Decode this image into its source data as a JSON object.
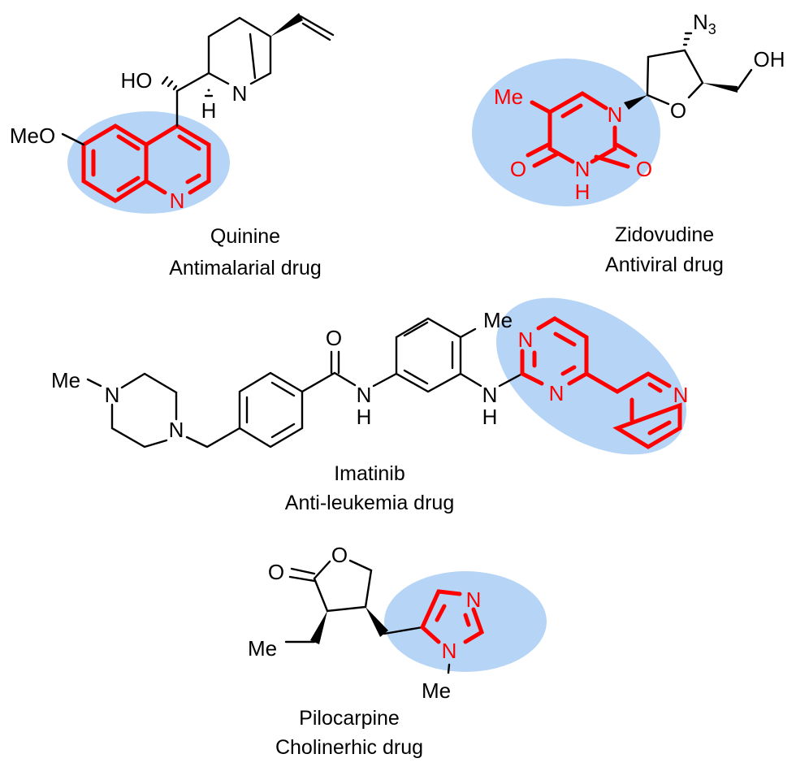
{
  "colors": {
    "highlight_fill": "#b6d5f6",
    "heterocycle": "#ff0000",
    "bond": "#000000"
  },
  "molecules": [
    {
      "name": "Quinine",
      "category": "Antimalarial drug",
      "labels": {
        "meo": "MeO",
        "ho": "HO",
        "n_ring": "N",
        "h": "H",
        "n_bridge": "N"
      }
    },
    {
      "name": "Zidovudine",
      "category": "Antiviral drug",
      "labels": {
        "me": "Me",
        "n1": "N",
        "n3": "N",
        "h": "H",
        "o4": "O",
        "o2": "O",
        "o_ring": "O",
        "azide": "N",
        "azide_sub": "3",
        "oh": "OH"
      }
    },
    {
      "name": "Imatinib",
      "category": "Anti-leukemia drug",
      "labels": {
        "me1": "Me",
        "n_pip1": "N",
        "n_pip2": "N",
        "o": "O",
        "nh1_n": "N",
        "nh1_h": "H",
        "nh2_n": "N",
        "nh2_h": "H",
        "me2": "Me",
        "pyr_n1": "N",
        "pyr_n3": "N",
        "py_n": "N"
      }
    },
    {
      "name": "Pilocarpine",
      "category": "Cholinerhic drug",
      "labels": {
        "o_carbonyl": "O",
        "o_ring": "O",
        "me_ethyl": "Me",
        "im_n3": "N",
        "im_n1": "N",
        "im_me": "Me"
      }
    }
  ]
}
